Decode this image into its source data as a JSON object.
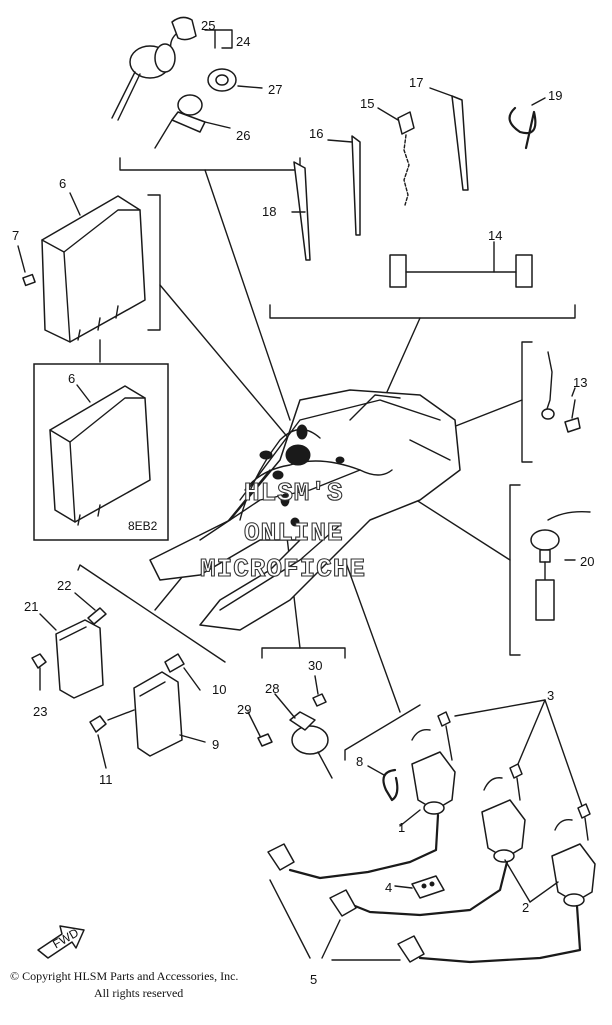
{
  "callouts": {
    "p1": "1",
    "p2": "2",
    "p3": "3",
    "p4": "4",
    "p5": "5",
    "p6": "6",
    "p6b": "6",
    "p7": "7",
    "p8": "8",
    "p9": "9",
    "p10": "10",
    "p11": "11",
    "p13": "13",
    "p14": "14",
    "p15": "15",
    "p16": "16",
    "p17": "17",
    "p18": "18",
    "p19": "19",
    "p20": "20",
    "p21": "21",
    "p22": "22",
    "p23": "23",
    "p24": "24",
    "p25": "25",
    "p26": "26",
    "p27": "27",
    "p28": "28",
    "p29": "29",
    "p30": "30"
  },
  "variant_box_label": "8EB2",
  "watermark": {
    "line1": "HLSM'S",
    "line2": "ONLINE",
    "line3": "MICROFICHE"
  },
  "fwd_label": "FWD",
  "copyright": {
    "line1": "© Copyright HLSM Parts and Accessories, Inc.",
    "line2": "All rights reserved"
  }
}
